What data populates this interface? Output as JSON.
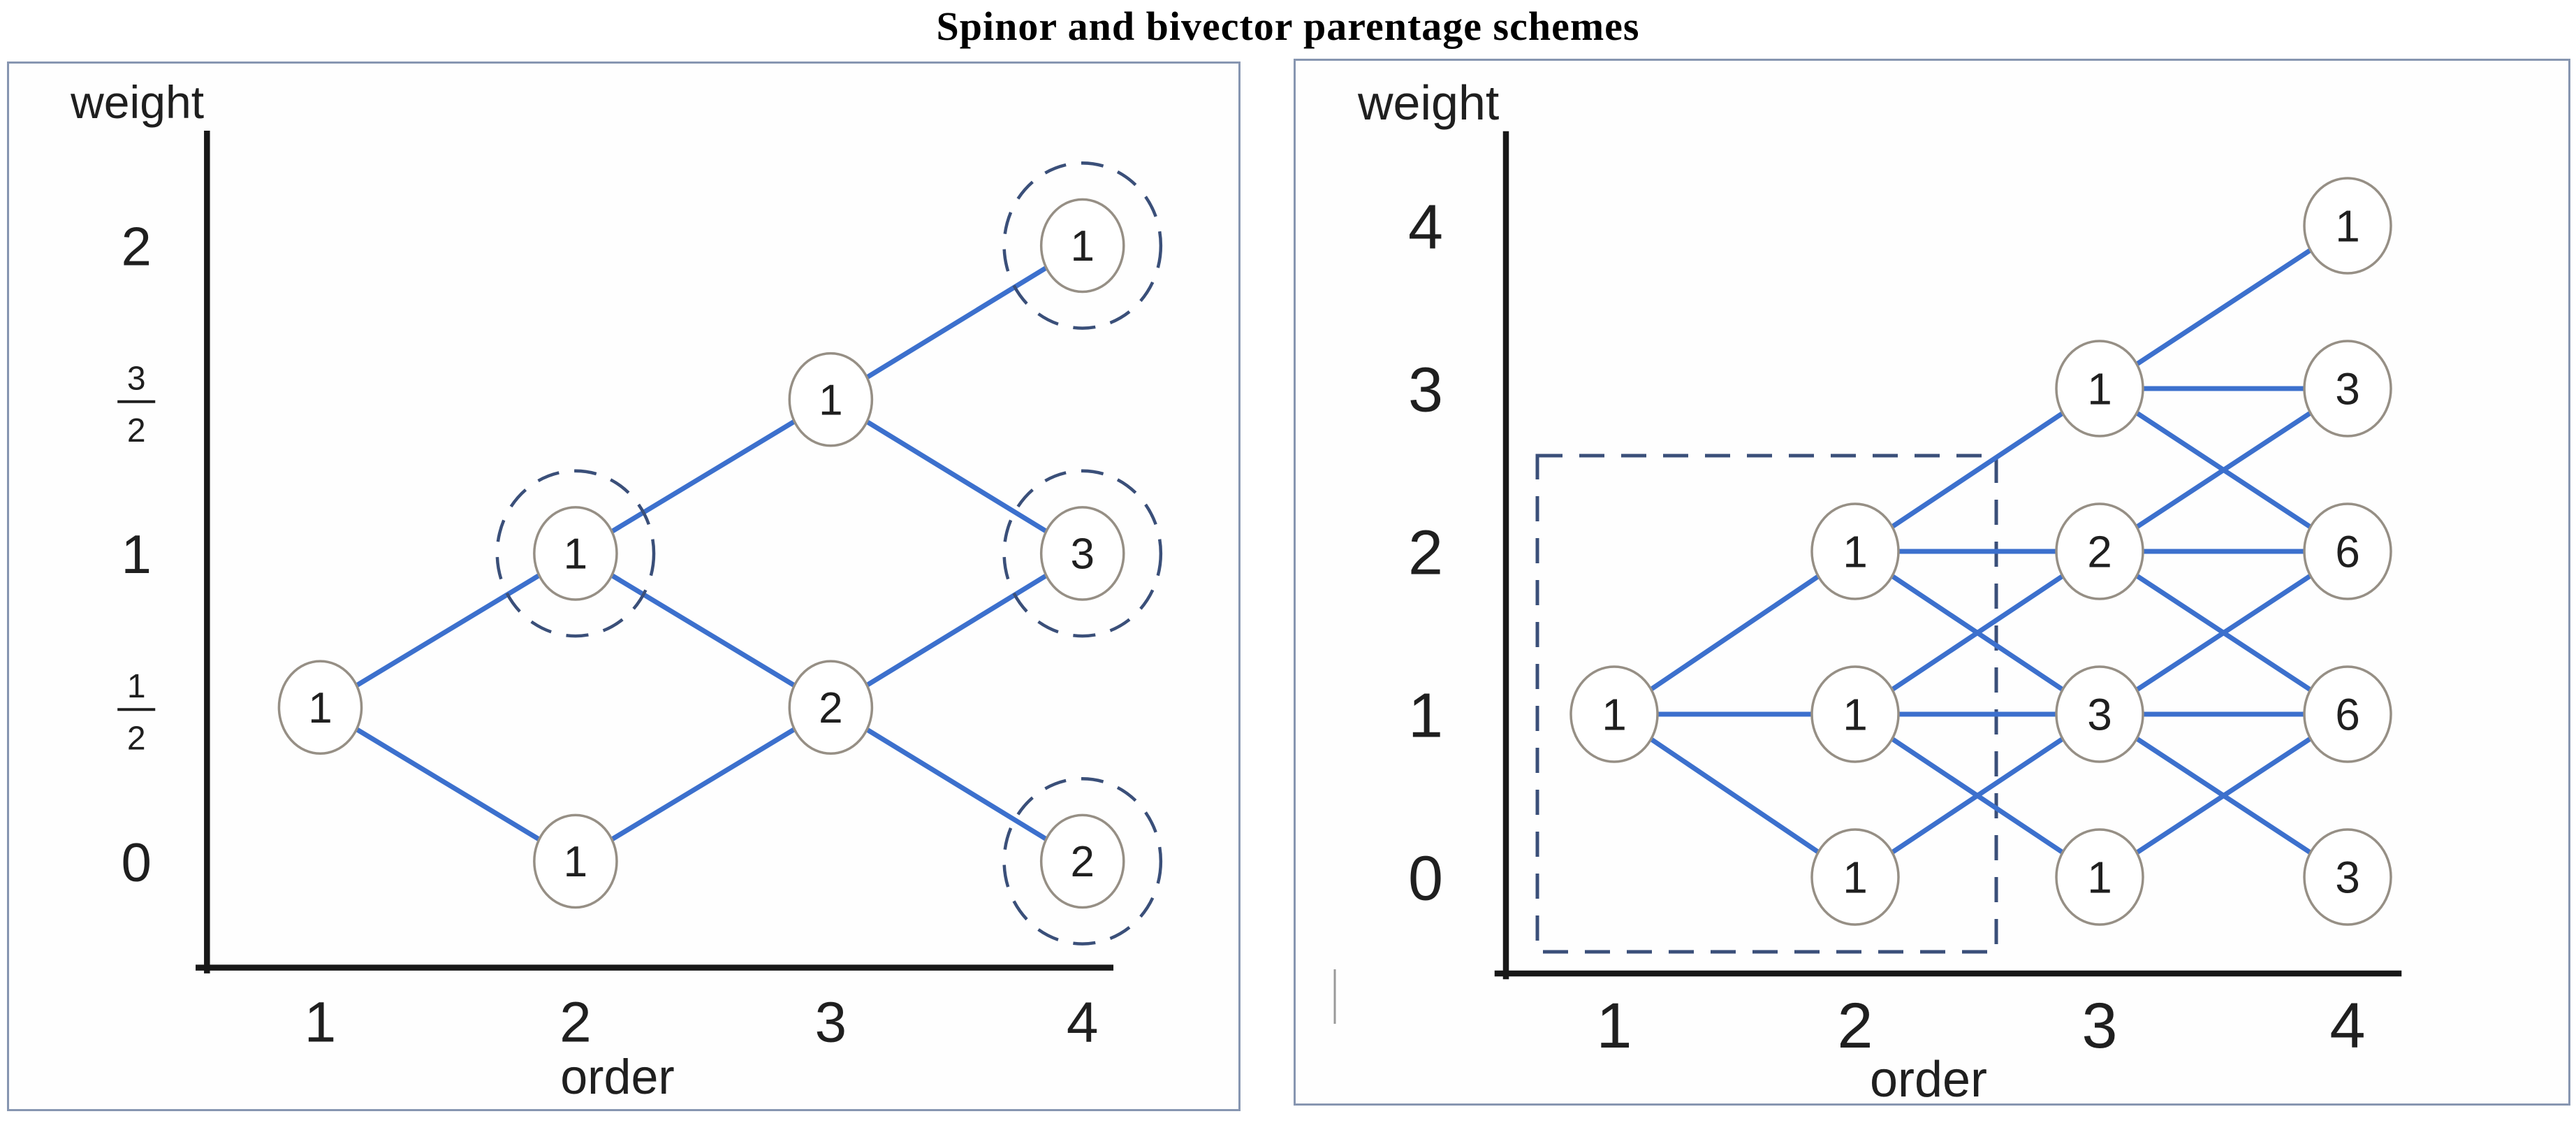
{
  "title": "Spinor and bivector parentage schemes",
  "colors": {
    "edge": "#3c70cd",
    "node_fill": "#ffffff",
    "node_stroke": "#968f85",
    "dash": "#3a4f79",
    "axis": "#181818",
    "panel_border": "#8796b1",
    "text": "#1f1f1f",
    "stray": "#9a9a9a"
  },
  "panels": [
    {
      "id": "spinor",
      "y_axis_label": "weight",
      "x_axis_label": "order",
      "x_ticks": [
        "1",
        "2",
        "3",
        "4"
      ],
      "y_ticks": [
        {
          "label": "2",
          "weight": 2
        },
        {
          "label": "3/2",
          "weight": 1.5,
          "num": "3",
          "den": "2"
        },
        {
          "label": "1",
          "weight": 1
        },
        {
          "label": "1/2",
          "weight": 0.5,
          "num": "1",
          "den": "2"
        },
        {
          "label": "0",
          "weight": 0
        }
      ],
      "nodes": [
        {
          "order": 1,
          "weight": 0.5,
          "value": "1",
          "dashed": false
        },
        {
          "order": 2,
          "weight": 1,
          "value": "1",
          "dashed": true
        },
        {
          "order": 2,
          "weight": 0,
          "value": "1",
          "dashed": false
        },
        {
          "order": 3,
          "weight": 1.5,
          "value": "1",
          "dashed": false
        },
        {
          "order": 3,
          "weight": 0.5,
          "value": "2",
          "dashed": false
        },
        {
          "order": 4,
          "weight": 2,
          "value": "1",
          "dashed": true
        },
        {
          "order": 4,
          "weight": 1,
          "value": "3",
          "dashed": true
        },
        {
          "order": 4,
          "weight": 0,
          "value": "2",
          "dashed": true
        }
      ],
      "edges": [
        [
          0,
          1
        ],
        [
          0,
          2
        ],
        [
          1,
          3
        ],
        [
          1,
          4
        ],
        [
          2,
          4
        ],
        [
          3,
          5
        ],
        [
          3,
          6
        ],
        [
          4,
          6
        ],
        [
          4,
          7
        ]
      ]
    },
    {
      "id": "bivector",
      "y_axis_label": "weight",
      "x_axis_label": "order",
      "x_ticks": [
        "1",
        "2",
        "3",
        "4"
      ],
      "y_ticks": [
        {
          "label": "4",
          "weight": 4
        },
        {
          "label": "3",
          "weight": 3
        },
        {
          "label": "2",
          "weight": 2
        },
        {
          "label": "1",
          "weight": 1
        },
        {
          "label": "0",
          "weight": 0
        }
      ],
      "nodes": [
        {
          "order": 1,
          "weight": 1,
          "value": "1",
          "dashed": false
        },
        {
          "order": 2,
          "weight": 2,
          "value": "1",
          "dashed": false
        },
        {
          "order": 2,
          "weight": 1,
          "value": "1",
          "dashed": false
        },
        {
          "order": 2,
          "weight": 0,
          "value": "1",
          "dashed": false
        },
        {
          "order": 3,
          "weight": 3,
          "value": "1",
          "dashed": false
        },
        {
          "order": 3,
          "weight": 2,
          "value": "2",
          "dashed": false
        },
        {
          "order": 3,
          "weight": 1,
          "value": "3",
          "dashed": false
        },
        {
          "order": 3,
          "weight": 0,
          "value": "1",
          "dashed": false
        },
        {
          "order": 4,
          "weight": 4,
          "value": "1",
          "dashed": false
        },
        {
          "order": 4,
          "weight": 3,
          "value": "3",
          "dashed": false
        },
        {
          "order": 4,
          "weight": 2,
          "value": "6",
          "dashed": false
        },
        {
          "order": 4,
          "weight": 1,
          "value": "6",
          "dashed": false
        },
        {
          "order": 4,
          "weight": 0,
          "value": "3",
          "dashed": false
        }
      ],
      "edges": [
        [
          0,
          1
        ],
        [
          0,
          2
        ],
        [
          0,
          3
        ],
        [
          1,
          4
        ],
        [
          1,
          5
        ],
        [
          1,
          6
        ],
        [
          2,
          5
        ],
        [
          2,
          6
        ],
        [
          2,
          7
        ],
        [
          3,
          6
        ],
        [
          4,
          8
        ],
        [
          4,
          9
        ],
        [
          4,
          10
        ],
        [
          5,
          9
        ],
        [
          5,
          10
        ],
        [
          5,
          11
        ],
        [
          6,
          10
        ],
        [
          6,
          11
        ],
        [
          6,
          12
        ],
        [
          7,
          11
        ]
      ],
      "dashed_box": {
        "orders": [
          1,
          2
        ]
      },
      "stray_mark": true
    }
  ]
}
